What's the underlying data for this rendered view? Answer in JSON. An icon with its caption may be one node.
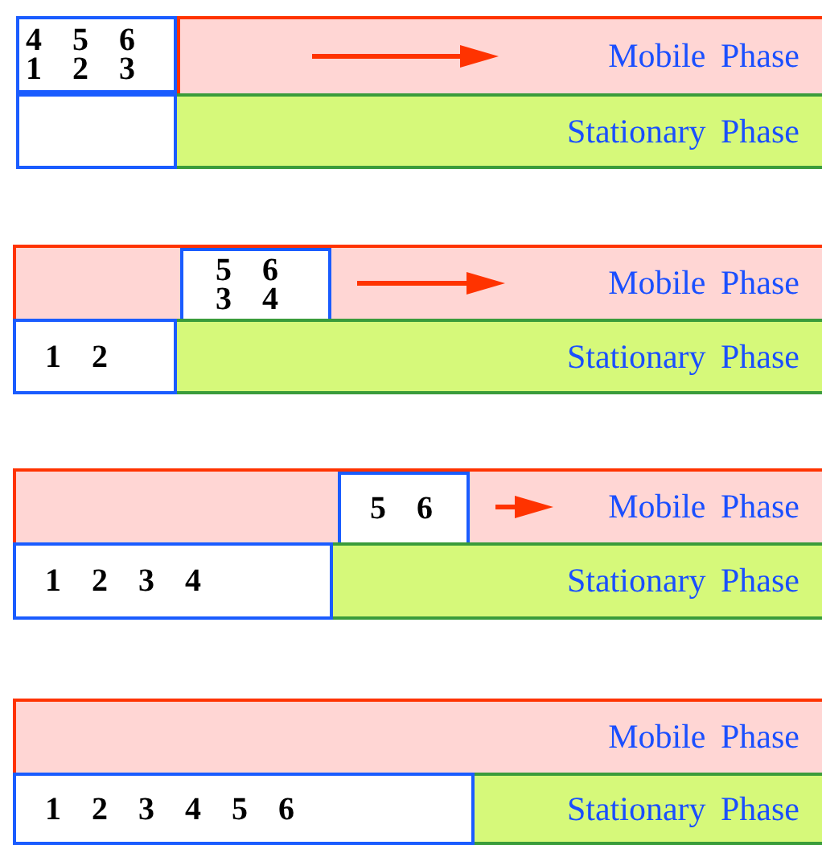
{
  "diagram": {
    "nodes": [
      {
        "text": [
          "4 5 6",
          "1 2 3"
        ]
      },
      {
        "text": [
          "Mobile Phase"
        ]
      },
      {
        "text": [],
        "shape": "box"
      },
      {
        "text": [
          "Stationary Phase"
        ]
      },
      {
        "text": [
          "Mobile Phase"
        ]
      },
      {
        "text": [
          "5 6",
          "3 4"
        ],
        "in": 4
      },
      {
        "text": [
          "1 2"
        ]
      },
      {
        "text": [
          "Stationary Phase"
        ]
      },
      {
        "text": [
          "Mobile Phase"
        ]
      },
      {
        "text": [
          "5 6"
        ],
        "in": 8
      },
      {
        "text": [
          "1 2 3 4"
        ]
      },
      {
        "text": [
          "Stationary Phase"
        ]
      },
      {
        "text": [
          "Mobile Phase"
        ]
      },
      {
        "text": [
          "1 2 3 4 5 6"
        ]
      },
      {
        "text": [
          "Stationary Phase"
        ]
      }
    ]
  }
}
